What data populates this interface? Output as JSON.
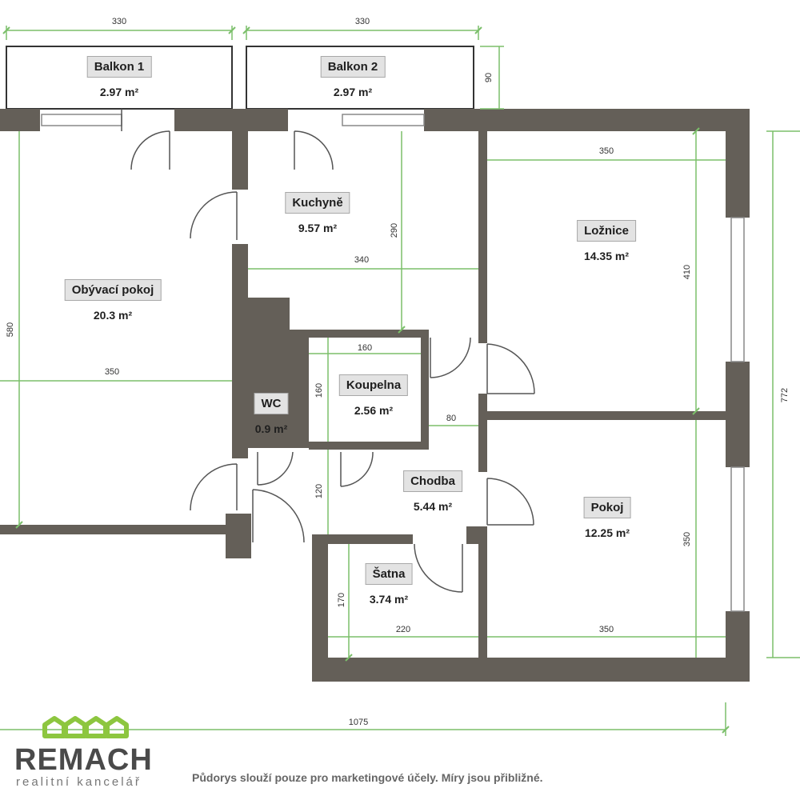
{
  "rooms": [
    {
      "name": "Balkon 1",
      "area": "2.97 m²"
    },
    {
      "name": "Balkon 2",
      "area": "2.97 m²"
    },
    {
      "name": "Kuchyně",
      "area": "9.57 m²"
    },
    {
      "name": "Ložnice",
      "area": "14.35 m²"
    },
    {
      "name": "Obývací pokoj",
      "area": "20.3 m²"
    },
    {
      "name": "WC",
      "area": "0.9 m²"
    },
    {
      "name": "Koupelna",
      "area": "2.56 m²"
    },
    {
      "name": "Chodba",
      "area": "5.44 m²"
    },
    {
      "name": "Pokoj",
      "area": "12.25 m²"
    },
    {
      "name": "Šatna",
      "area": "3.74 m²"
    }
  ],
  "dimensions": {
    "balkon1_width": "330",
    "balkon2_width": "330",
    "balcony_depth": "90",
    "loznice_width": "350",
    "loznice_height": "410",
    "total_height": "772",
    "kuchyne_height": "290",
    "kuchyne_width": "340",
    "obyvaci_height": "580",
    "obyvaci_width": "350",
    "koupelna_width": "160",
    "koupelna_height": "160",
    "chodba_width": "80",
    "chodba_height": "120",
    "pokoj_height": "350",
    "satna_height": "170",
    "satna_width": "220",
    "pokoj_width": "350",
    "total_width": "1075"
  },
  "brand": {
    "name": "REMACH",
    "tagline": "realitní kancelář",
    "logo_color": "#8dc63f"
  },
  "disclaimer": "Půdorys slouží pouze pro marketingové účely. Míry jsou přibližné.",
  "colors": {
    "wall": "#645f58",
    "dimension": "#7bbf6a",
    "label_bg": "#e3e3e3"
  }
}
